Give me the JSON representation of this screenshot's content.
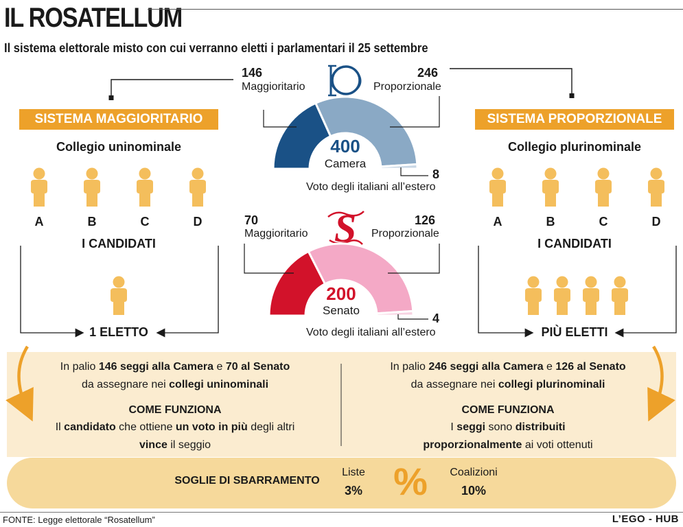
{
  "title": "IL ROSATELLUM",
  "subtitle": "Il sistema elettorale misto con cui verranno eletti i parlamentari il 25 settembre",
  "left": {
    "banner": "SISTEMA MAGGIORITARIO",
    "college": "Collegio uninominale",
    "candidates": [
      "A",
      "B",
      "C",
      "D"
    ],
    "candidates_label": "I CANDIDATI",
    "elected": "1 ELETTO"
  },
  "right": {
    "banner": "SISTEMA PROPORZIONALE",
    "college": "Collegio plurinominale",
    "candidates": [
      "A",
      "B",
      "C",
      "D"
    ],
    "candidates_label": "I CANDIDATI",
    "elected": "PIÙ ELETTI"
  },
  "camera": {
    "total": "400",
    "name": "Camera",
    "maj_num": "146",
    "maj_label": "Maggioritario",
    "prop_num": "246",
    "prop_label": "Proporzionale",
    "abroad_num": "8",
    "abroad_label": "Voto degli italiani all’estero"
  },
  "senato": {
    "total": "200",
    "name": "Senato",
    "maj_num": "70",
    "maj_label": "Maggioritario",
    "prop_num": "126",
    "prop_label": "Proporzionale",
    "abroad_num": "4",
    "abroad_label": "Voto degli italiani all’estero"
  },
  "chart_data": [
    {
      "type": "pie",
      "title": "Camera",
      "categories": [
        "Maggioritario",
        "Proporzionale",
        "Voto degli italiani all’estero"
      ],
      "values": [
        146,
        246,
        8
      ],
      "total": 400,
      "colors": [
        "#1a5186",
        "#8aa9c5",
        "#c9d7e5"
      ]
    },
    {
      "type": "pie",
      "title": "Senato",
      "categories": [
        "Maggioritario",
        "Proporzionale",
        "Voto degli italiani all’estero"
      ],
      "values": [
        70,
        126,
        4
      ],
      "total": 200,
      "colors": [
        "#d2122a",
        "#f4a9c6",
        "#f8d3e2"
      ]
    }
  ],
  "info_left": {
    "l1_a": "In palio ",
    "l1_b": "146 seggi alla Camera",
    "l1_c": " e ",
    "l1_d": "70 al Senato",
    "l2_a": "da assegnare nei ",
    "l2_b": "collegi uninominali",
    "heading": "COME FUNZIONA",
    "l3_a": "Il ",
    "l3_b": "candidato",
    "l3_c": " che ottiene ",
    "l3_d": "un voto in più",
    "l3_e": " degli altri",
    "l4_a": "vince",
    "l4_b": " il seggio"
  },
  "info_right": {
    "l1_a": "In palio ",
    "l1_b": "246 seggi alla Camera",
    "l1_c": " e ",
    "l1_d": "126 al Senato",
    "l2_a": "da assegnare nei ",
    "l2_b": "collegi plurinominali",
    "heading": "COME FUNZIONA",
    "l3_a": "I ",
    "l3_b": "seggi",
    "l3_c": " sono ",
    "l3_d": "distribuiti",
    "l4_a": "proporzionalmente",
    "l4_b": " ai voti ottenuti"
  },
  "threshold": {
    "label": "SOGLIE DI SBARRAMENTO",
    "lists_label": "Liste",
    "lists_value": "3%",
    "symbol": "%",
    "coalitions_label": "Coalizioni",
    "coalitions_value": "10%"
  },
  "source": "FONTE: Legge elettorale “Rosatellum”",
  "brand": "L’EGO - HUB",
  "colors": {
    "orange": "#eda12a",
    "figure": "#f4be5c",
    "panel": "#fbecd0",
    "panel_dark": "#f6d99b",
    "camera_dark": "#1a5186",
    "camera_light": "#8aa9c5",
    "senato_dark": "#d2122a",
    "senato_light": "#f4a9c6"
  },
  "icons": [
    "person-icon",
    "camera-emblem-icon",
    "senato-emblem-icon",
    "arrow-icon"
  ]
}
